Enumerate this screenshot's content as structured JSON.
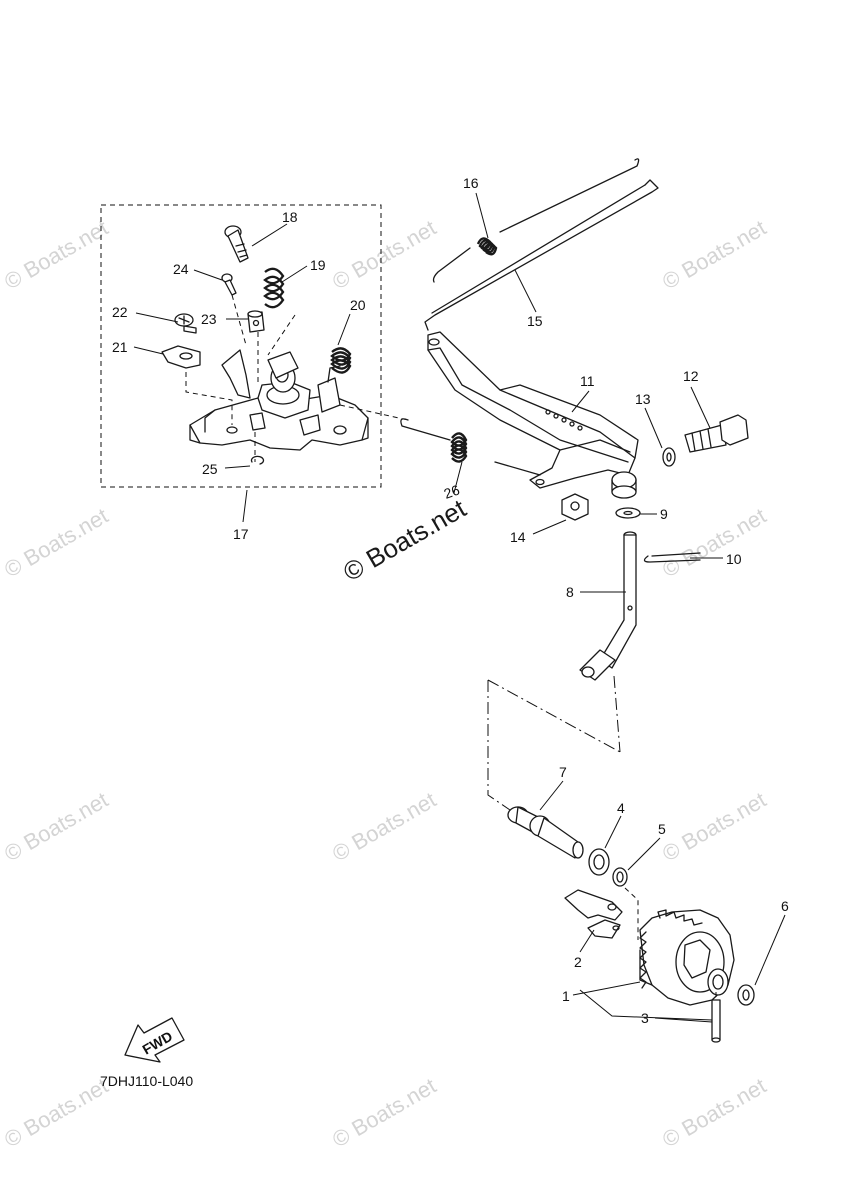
{
  "diagram": {
    "code": "7DHJ110-L040",
    "fwd_label": "FWD",
    "watermark": "© Boats.net",
    "callouts": {
      "c1": "1",
      "c2": "2",
      "c3": "3",
      "c4": "4",
      "c5": "5",
      "c6": "6",
      "c7": "7",
      "c8": "8",
      "c9": "9",
      "c10": "10",
      "c11": "11",
      "c12": "12",
      "c13": "13",
      "c14": "14",
      "c15": "15",
      "c16": "16",
      "c17": "17",
      "c18": "18",
      "c19": "19",
      "c20": "20",
      "c21": "21",
      "c22": "22",
      "c23": "23",
      "c24": "24",
      "c25": "25",
      "c26": "26"
    }
  }
}
